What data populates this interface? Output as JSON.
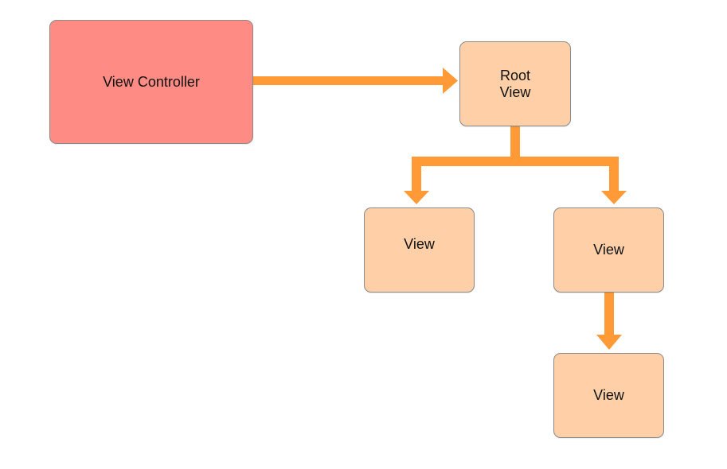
{
  "colors": {
    "controller_fill": "#ff8c84",
    "view_fill": "#ffd0a8",
    "arrow": "#ff9a36",
    "border": "#8a8a8a"
  },
  "nodes": {
    "view_controller": {
      "label": "View Controller"
    },
    "root_view": {
      "label": "Root\nView"
    },
    "child_view_left": {
      "label": "View"
    },
    "child_view_right": {
      "label": "View"
    },
    "grandchild_view": {
      "label": "View"
    }
  },
  "edges": [
    {
      "from": "View Controller",
      "to": "Root View"
    },
    {
      "from": "Root View",
      "to": "View (left)"
    },
    {
      "from": "Root View",
      "to": "View (right)"
    },
    {
      "from": "View (right)",
      "to": "View (bottom)"
    }
  ]
}
